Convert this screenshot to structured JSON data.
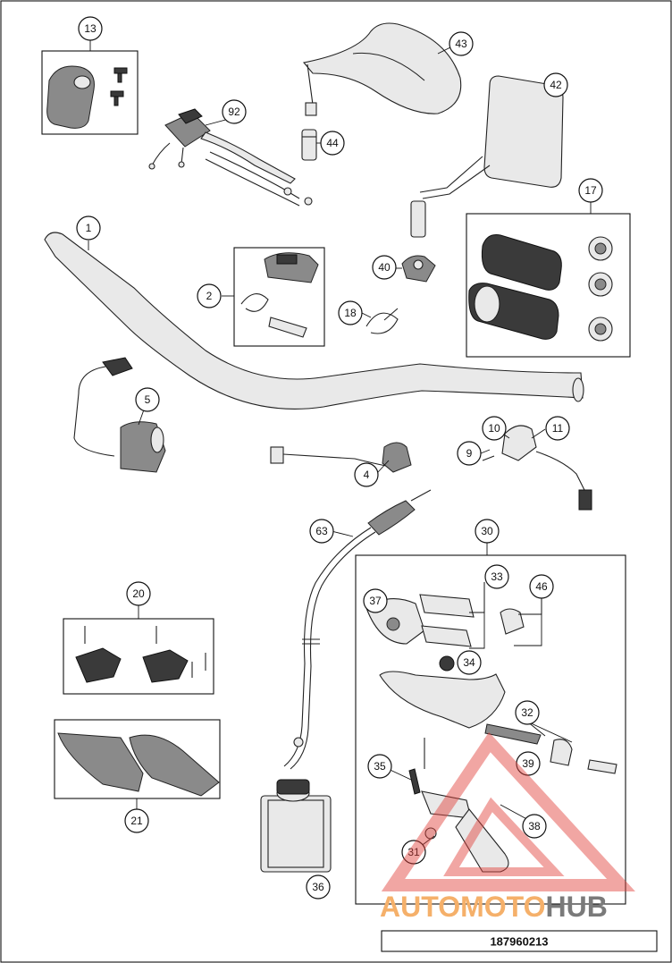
{
  "document_number": "187960213",
  "watermark": {
    "prefix": "AUTOMOTO",
    "suffix": "HUB",
    "prefix_color": "#f5b06a",
    "suffix_color": "#7a7a7a",
    "triangle_color": "#e0403a"
  },
  "callouts": [
    {
      "id": "c1",
      "label": "1"
    },
    {
      "id": "c2",
      "label": "2"
    },
    {
      "id": "c4",
      "label": "4"
    },
    {
      "id": "c5",
      "label": "5"
    },
    {
      "id": "c9",
      "label": "9"
    },
    {
      "id": "c10",
      "label": "10"
    },
    {
      "id": "c11",
      "label": "11"
    },
    {
      "id": "c13",
      "label": "13"
    },
    {
      "id": "c17",
      "label": "17"
    },
    {
      "id": "c18",
      "label": "18"
    },
    {
      "id": "c20",
      "label": "20"
    },
    {
      "id": "c21",
      "label": "21"
    },
    {
      "id": "c30",
      "label": "30"
    },
    {
      "id": "c31",
      "label": "31"
    },
    {
      "id": "c32",
      "label": "32"
    },
    {
      "id": "c33",
      "label": "33"
    },
    {
      "id": "c34",
      "label": "34"
    },
    {
      "id": "c35",
      "label": "35"
    },
    {
      "id": "c36",
      "label": "36"
    },
    {
      "id": "c37",
      "label": "37"
    },
    {
      "id": "c38",
      "label": "38"
    },
    {
      "id": "c39",
      "label": "39"
    },
    {
      "id": "c40",
      "label": "40"
    },
    {
      "id": "c42",
      "label": "42"
    },
    {
      "id": "c43",
      "label": "43"
    },
    {
      "id": "c44",
      "label": "44"
    },
    {
      "id": "c46",
      "label": "46"
    },
    {
      "id": "c63",
      "label": "63"
    },
    {
      "id": "c92",
      "label": "92"
    }
  ]
}
